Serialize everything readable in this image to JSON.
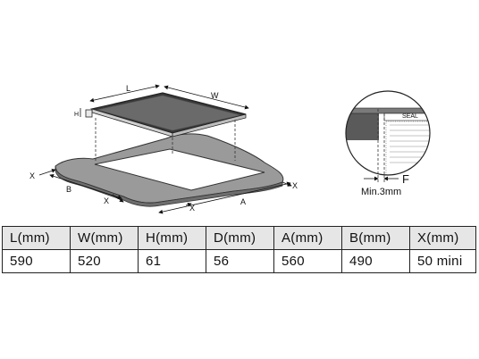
{
  "diagram": {
    "labels": {
      "L": "L",
      "W": "W",
      "H": "H",
      "X": "X",
      "B": "B",
      "A": "A",
      "seal": "SEAL",
      "F": "F",
      "min_gap": "Min.3mm"
    }
  },
  "table": {
    "headers": [
      "L(mm)",
      "W(mm)",
      "H(mm)",
      "D(mm)",
      "A(mm)",
      "B(mm)",
      "X(mm)"
    ],
    "values": [
      "590",
      "520",
      "61",
      "56",
      "560",
      "490",
      "50 mini"
    ]
  }
}
